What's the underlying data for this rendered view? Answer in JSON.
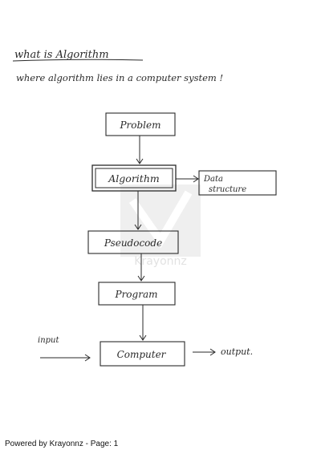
{
  "heading": "what is Algorithm",
  "subheading": "where algorithm lies in a computer system !",
  "watermark": "Krayonnz",
  "diagram": {
    "nodes": {
      "problem": "Problem",
      "algorithm": "Algorithm",
      "data_structure_line1": "Data",
      "data_structure_line2": "structure",
      "pseudocode": "Pseudocode",
      "program": "Program",
      "computer": "Computer"
    },
    "input_label": "input",
    "output_label": "output."
  },
  "footer": {
    "text": "Powered by Krayonnz - Page: 1"
  },
  "colors": {
    "ink": "#2a2a2a",
    "watermark": "#e6e6e6"
  }
}
